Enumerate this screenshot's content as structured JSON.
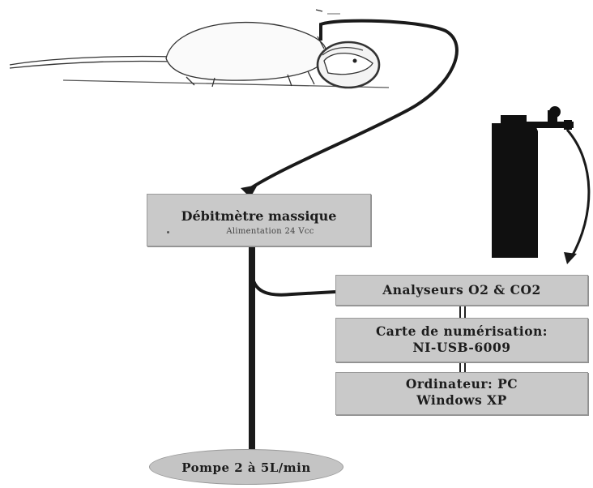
{
  "diagram": {
    "nodes": {
      "debitmetre": {
        "title": "Débitmètre massique",
        "subtitle": "Alimentation 24 Vcc"
      },
      "analyseurs": {
        "label": "Analyseurs O2 & CO2"
      },
      "carte": {
        "line1": "Carte de numérisation:",
        "line2": "NI-USB-6009"
      },
      "ordinateur": {
        "line1": "Ordinateur: PC",
        "line2": "Windows XP"
      },
      "pompe": {
        "label": "Pompe 2 à 5L/min"
      }
    },
    "icons": [
      "rat-in-chamber-icon",
      "gas-cylinder-icon"
    ],
    "colors": {
      "box_fill": "#c9c9c9",
      "line": "#1a1a1a"
    }
  }
}
